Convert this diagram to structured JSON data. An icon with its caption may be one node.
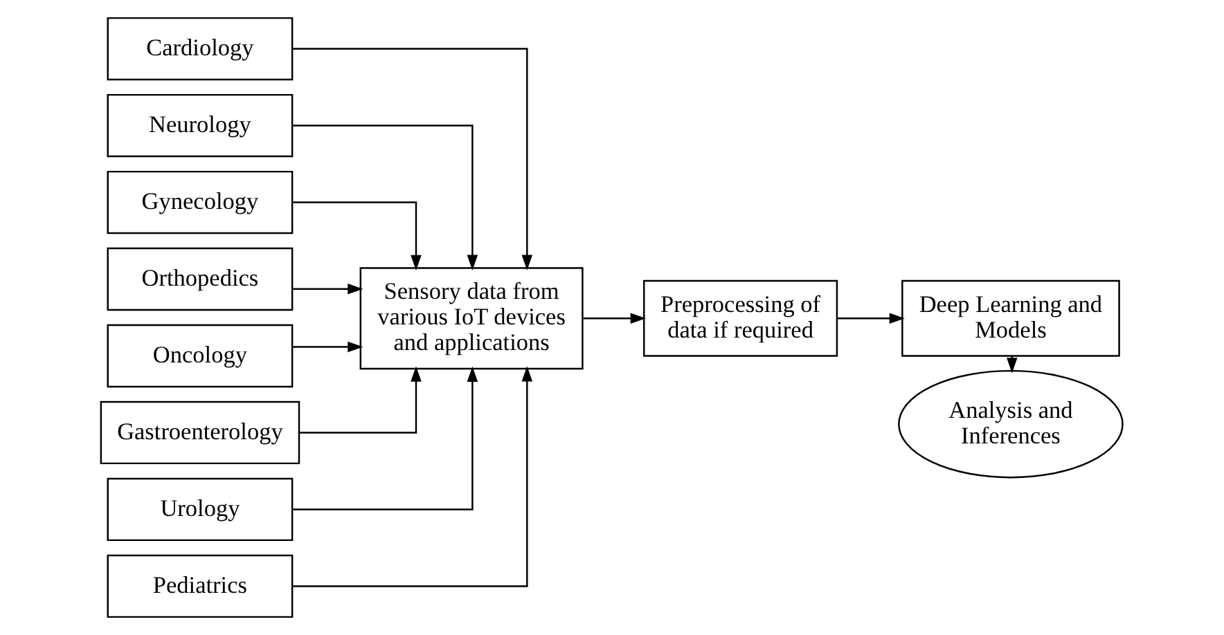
{
  "diagram": {
    "nodes": [
      {
        "text": [
          "Cardiology"
        ]
      },
      {
        "text": [
          "Neurology"
        ]
      },
      {
        "text": [
          "Gynecology"
        ]
      },
      {
        "text": [
          "Orthopedics"
        ]
      },
      {
        "text": [
          "Oncology"
        ]
      },
      {
        "text": [
          "Gastroenterology"
        ]
      },
      {
        "text": [
          "Urology"
        ]
      },
      {
        "text": [
          "Pediatrics"
        ]
      },
      {
        "text": [
          "Sensory data from various IoT devices and applications"
        ]
      },
      {
        "text": [
          "Preprocessing of data if required"
        ]
      },
      {
        "text": [
          "Deep Learning and Models"
        ]
      },
      {
        "text": [
          "Analysis and Inferences"
        ]
      }
    ],
    "edges": [
      {
        "from": 0,
        "to": 8,
        "arrow": "to"
      },
      {
        "from": 1,
        "to": 8,
        "arrow": "to"
      },
      {
        "from": 2,
        "to": 8,
        "arrow": "to"
      },
      {
        "from": 3,
        "to": 8,
        "arrow": "to"
      },
      {
        "from": 4,
        "to": 8,
        "arrow": "to"
      },
      {
        "from": 5,
        "to": 8,
        "arrow": "to"
      },
      {
        "from": 6,
        "to": 8,
        "arrow": "to"
      },
      {
        "from": 7,
        "to": 8,
        "arrow": "to"
      },
      {
        "from": 8,
        "to": 9,
        "arrow": "to"
      },
      {
        "from": 9,
        "to": 10,
        "arrow": "to"
      },
      {
        "from": 10,
        "to": 11,
        "arrow": "to"
      }
    ]
  }
}
